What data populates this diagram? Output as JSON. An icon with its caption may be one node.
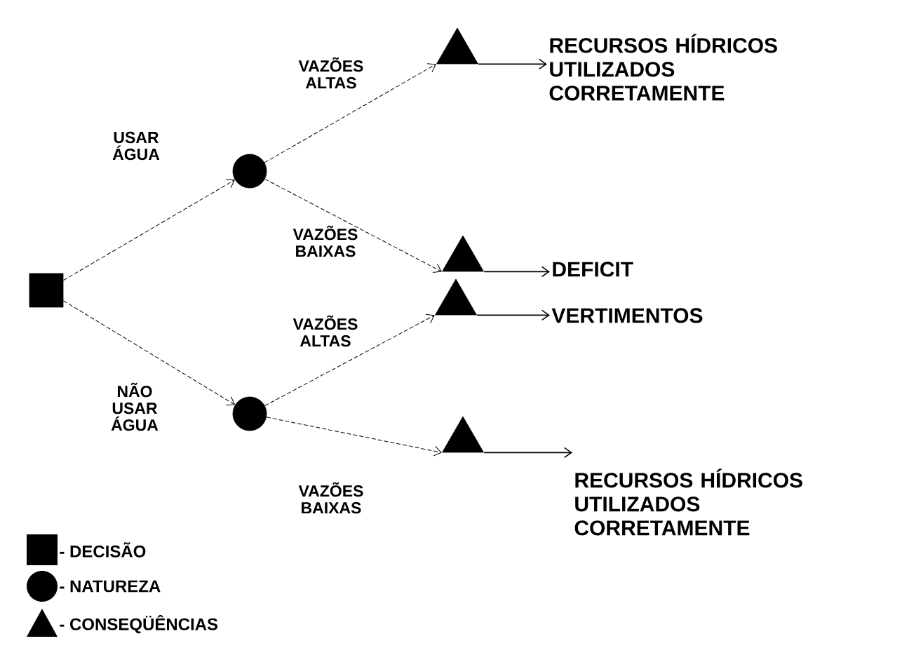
{
  "diagram": {
    "nodes": [
      {
        "text": [],
        "shape": "box"
      },
      {
        "text": [],
        "shape": "circle"
      },
      {
        "text": [],
        "shape": "circle"
      },
      {
        "text": [],
        "shape": "triangle"
      },
      {
        "text": [],
        "shape": "triangle"
      },
      {
        "text": [],
        "shape": "triangle"
      },
      {
        "text": [],
        "shape": "triangle"
      },
      {
        "text": [
          "RECURSOS HÍDRICOS UTILIZADOS CORRETAMENTE"
        ]
      },
      {
        "text": [
          "DEFICIT"
        ]
      },
      {
        "text": [
          "VERTIMENTOS"
        ]
      },
      {
        "text": [
          "RECURSOS HÍDRICOS UTILIZADOS CORRETAMENTE"
        ]
      }
    ],
    "edges": [
      {
        "from": 0,
        "to": 1,
        "arrow": "to",
        "label": "USAR ÁGUA",
        "style": "dashed"
      },
      {
        "from": 0,
        "to": 2,
        "arrow": "to",
        "label": "NÃO USAR ÁGUA",
        "style": "dashed"
      },
      {
        "from": 1,
        "to": 3,
        "arrow": "to",
        "label": "VAZÕES ALTAS",
        "style": "dashed"
      },
      {
        "from": 1,
        "to": 4,
        "arrow": "to",
        "label": "VAZÕES BAIXAS",
        "style": "dashed"
      },
      {
        "from": 2,
        "to": 5,
        "arrow": "to",
        "label": "VAZÕES ALTAS",
        "style": "dashed"
      },
      {
        "from": 2,
        "to": 6,
        "arrow": "to",
        "label": "VAZÕES BAIXAS",
        "style": "dashed"
      },
      {
        "from": 3,
        "to": 7,
        "arrow": "to"
      },
      {
        "from": 4,
        "to": 8,
        "arrow": "to"
      },
      {
        "from": 5,
        "to": 9,
        "arrow": "to"
      },
      {
        "from": 6,
        "to": 10,
        "arrow": "to"
      }
    ],
    "legend": [
      {
        "text": "- DECISÃO"
      },
      {
        "text": "- NATUREZA"
      },
      {
        "text": "- CONSEQÜÊNCIAS"
      }
    ]
  }
}
